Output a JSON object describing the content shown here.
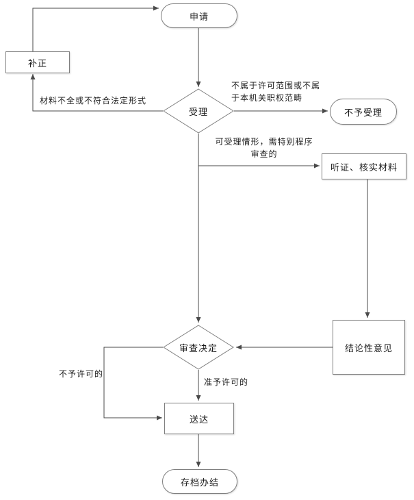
{
  "nodes": {
    "apply": "申请",
    "correction": "补正",
    "accept": "受理",
    "not_accept": "不予受理",
    "hearing": "听证、核实材料",
    "decision": "审查决定",
    "conclusion": "结论性意见",
    "deliver": "送达",
    "archive": "存档办结"
  },
  "edge_labels": {
    "incomplete": "材料不全或不符合法定形式",
    "out_of_scope": "不属于许可范围或不属于本机关职权范畴",
    "special_procedure": "可受理情形，需特别程序审查的",
    "not_permitted": "不予许可的",
    "permitted": "准予许可的"
  },
  "colors": {
    "connector": "#4a4a4a",
    "node_border": "#7f7f7f",
    "node_fill": "#ffffff",
    "text": "#1a1a1a"
  }
}
